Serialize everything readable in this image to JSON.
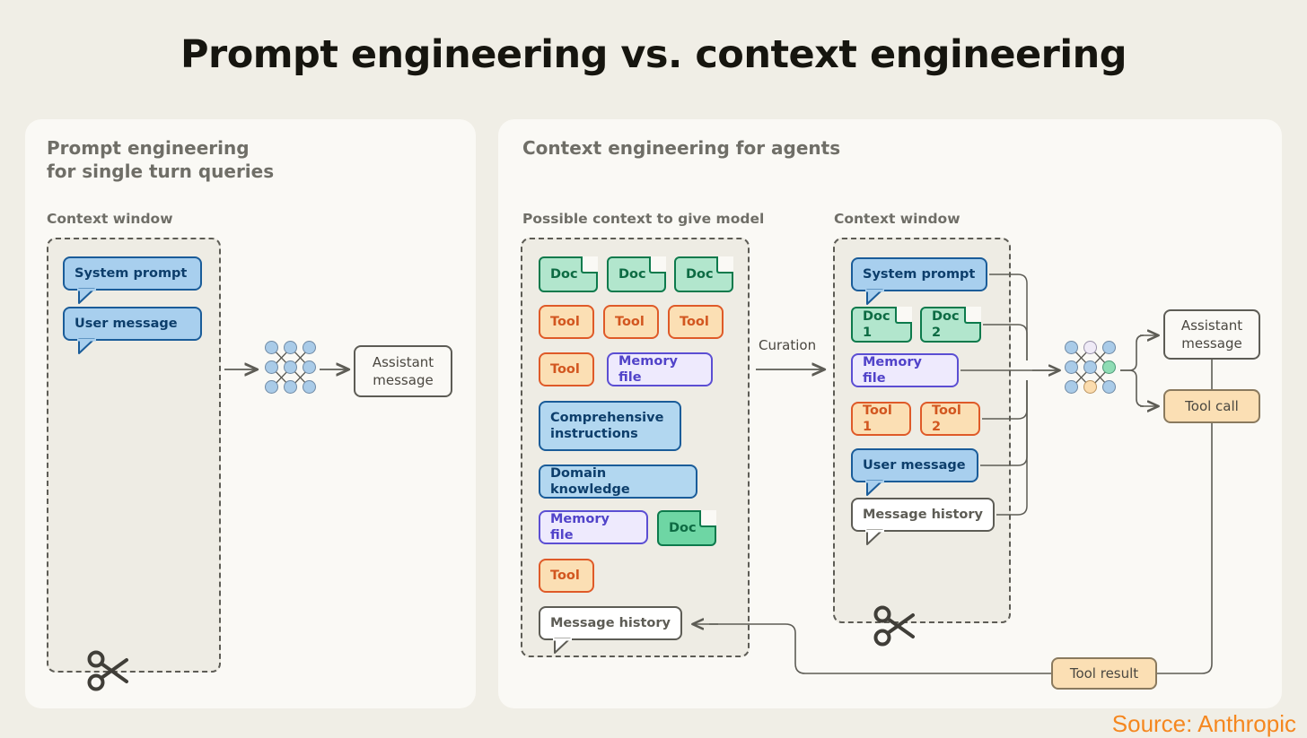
{
  "title": "Prompt engineering vs. context engineering",
  "source_credit": "Source: Anthropic",
  "colors": {
    "page_bg": "#f0eee6",
    "panel_bg": "#faf9f5",
    "ctx_bg": "#eeece4",
    "dashed_border": "#5d5c55",
    "doc_fill": "#b2e6cd",
    "doc_fill_deep": "#6ed6a4",
    "doc_border": "#0d7a4c",
    "tool_fill": "#fbdfb4",
    "tool_border": "#df5a28",
    "memory_fill": "#eeeafd",
    "memory_border": "#5b4ed3",
    "blue_fill": "#b2d7f0",
    "blue_border": "#1a5c99",
    "bubble_fill": "#a8cfee",
    "accent_orange": "#f5871f",
    "node_blue": "#a9cbe8",
    "node_green": "#8fdcb4",
    "node_orange": "#fbdcae",
    "node_pale": "#efeaf6"
  },
  "left_panel": {
    "heading": "Prompt engineering\nfor single turn queries",
    "context_window_label": "Context window",
    "items": [
      {
        "label": "System prompt",
        "kind": "bubble"
      },
      {
        "label": "User message",
        "kind": "bubble"
      }
    ],
    "model_icon": "neural-network-icon",
    "cut_icon": "scissors-icon",
    "output": {
      "label": "Assistant\nmessage"
    }
  },
  "right_panel": {
    "heading": "Context engineering for agents",
    "possible_context_label": "Possible context to give model",
    "context_window_label": "Context window",
    "curation_label": "Curation",
    "possible_context_items": [
      {
        "label": "Doc",
        "kind": "doc"
      },
      {
        "label": "Doc",
        "kind": "doc"
      },
      {
        "label": "Doc",
        "kind": "doc"
      },
      {
        "label": "Tool",
        "kind": "tool"
      },
      {
        "label": "Tool",
        "kind": "tool"
      },
      {
        "label": "Tool",
        "kind": "tool"
      },
      {
        "label": "Tool",
        "kind": "tool"
      },
      {
        "label": "Memory file",
        "kind": "memory"
      },
      {
        "label": "Comprehensive\ninstructions",
        "kind": "blue"
      },
      {
        "label": "Domain knowledge",
        "kind": "blue"
      },
      {
        "label": "Memory file",
        "kind": "memory"
      },
      {
        "label": "Doc",
        "kind": "doc-deep"
      },
      {
        "label": "Tool",
        "kind": "tool"
      },
      {
        "label": "Message history",
        "kind": "white-bubble"
      }
    ],
    "context_window_items": [
      {
        "label": "System prompt",
        "kind": "bubble"
      },
      {
        "label": "Doc 1",
        "kind": "doc"
      },
      {
        "label": "Doc 2",
        "kind": "doc"
      },
      {
        "label": "Memory file",
        "kind": "memory"
      },
      {
        "label": "Tool 1",
        "kind": "tool"
      },
      {
        "label": "Tool 2",
        "kind": "tool"
      },
      {
        "label": "User message",
        "kind": "bubble"
      },
      {
        "label": "Message history",
        "kind": "white-bubble"
      }
    ],
    "cut_icon": "scissors-icon",
    "model_icon": "neural-network-icon",
    "outputs": [
      {
        "label": "Assistant\nmessage",
        "kind": "plain"
      },
      {
        "label": "Tool call",
        "kind": "peach"
      }
    ],
    "feedback": {
      "label": "Tool result",
      "kind": "peach"
    }
  }
}
